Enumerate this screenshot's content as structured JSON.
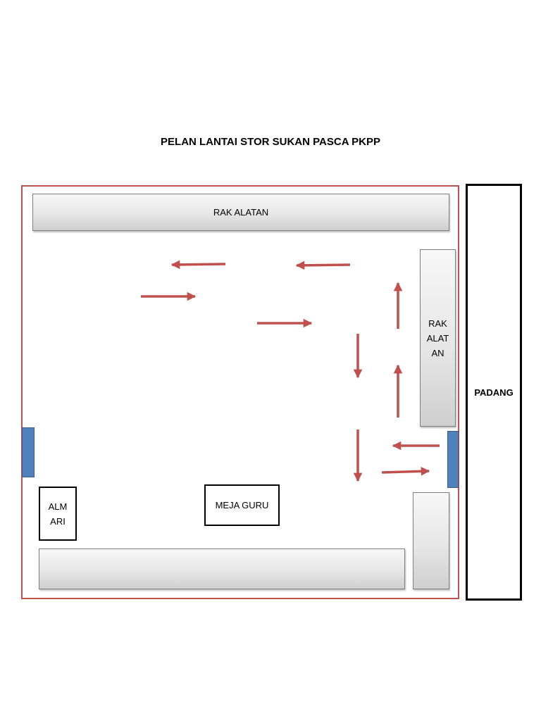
{
  "title": "PELAN LANTAI STOR SUKAN PASCA PKPP",
  "field_label": "PADANG",
  "shelves": {
    "top_label": "RAK ALATAN",
    "right_label": "RAK\nALAT\nAN",
    "bottom_label": "",
    "corner_label": ""
  },
  "cabinet_label": "ALM\nARI",
  "desk_label": "MEJA GURU",
  "colors": {
    "room_border": "#c0504d",
    "arrow": "#c0504d",
    "door": "#4f81bd"
  }
}
